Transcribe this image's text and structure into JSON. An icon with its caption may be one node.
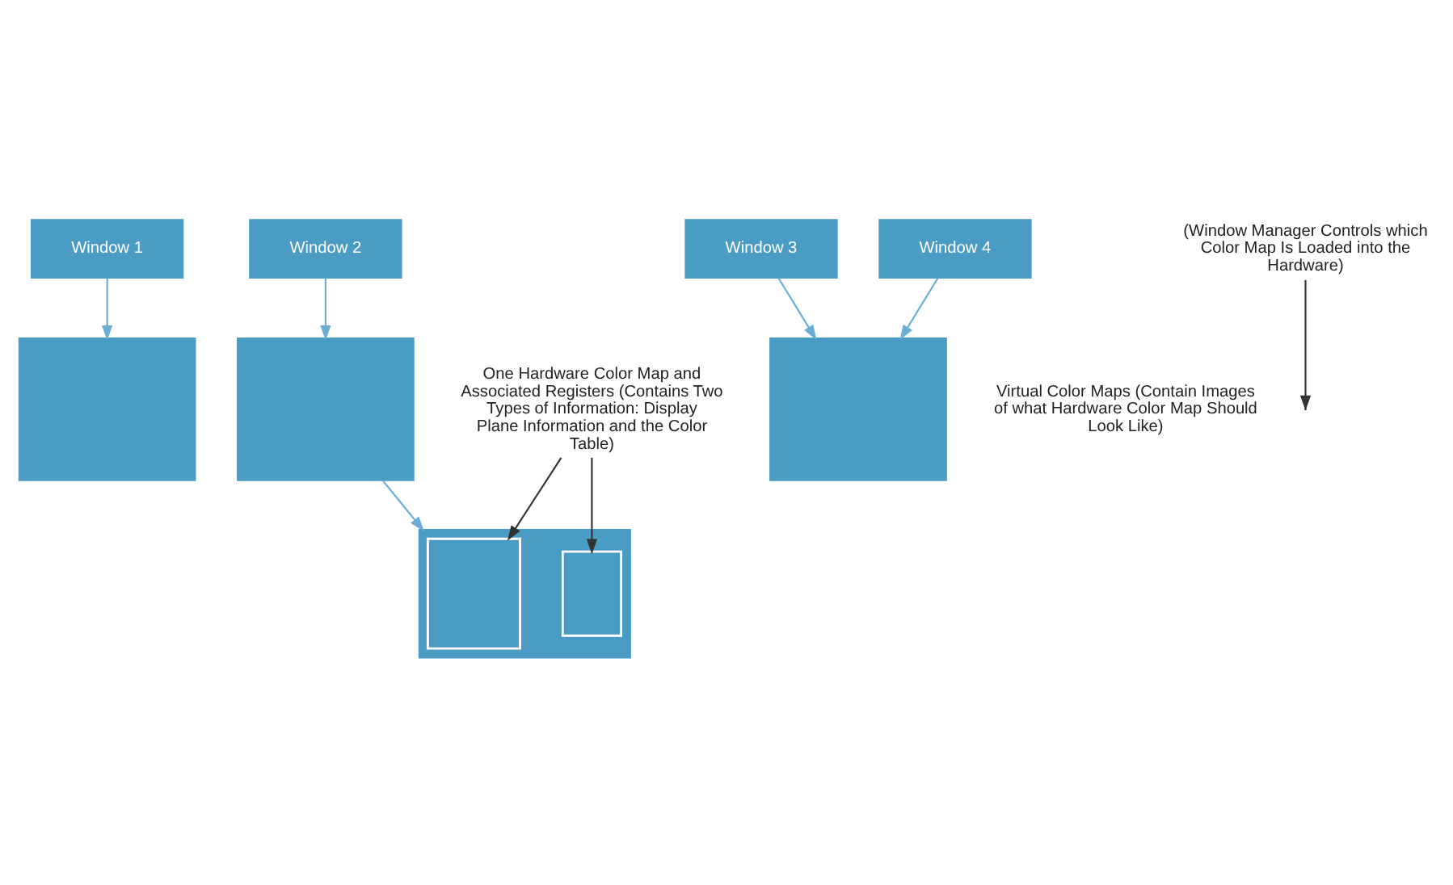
{
  "diagram": {
    "nodes": [
      {
        "text": [
          "Window 1"
        ]
      },
      {
        "text": [
          "Window 2"
        ]
      },
      {
        "text": [
          "Window 3"
        ]
      },
      {
        "text": [
          "Window 4"
        ]
      },
      {
        "text": [],
        "shape": "box"
      },
      {
        "text": [],
        "shape": "box"
      },
      {
        "text": [],
        "shape": "box"
      },
      {
        "text": [
          "(Window Manager Controls which Color Map Is Loaded into the Hardware)"
        ]
      },
      {
        "text": [],
        "shape": "box"
      },
      {
        "text": [],
        "shape": "box",
        "in": 8
      },
      {
        "text": [],
        "shape": "box",
        "in": 8
      },
      {
        "text": [
          "One Hardware Color Map and Associated Registers (Contains Two Types of Information: Display Plane Information and the Color Table)"
        ]
      }
    ],
    "edges": [
      {
        "from": 0,
        "to": 4,
        "arrow": "to"
      },
      {
        "from": 1,
        "to": 5,
        "arrow": "to"
      },
      {
        "from": 2,
        "to": 6,
        "arrow": "to"
      },
      {
        "from": 3,
        "to": 6,
        "arrow": "to"
      },
      {
        "from": 5,
        "to": 8,
        "arrow": "to"
      },
      {
        "from": 7,
        "to": null,
        "arrow": "to",
        "color": "#333333"
      },
      {
        "from": 11,
        "to": 10,
        "arrow": "to",
        "color": "#333333"
      },
      {
        "from": 11,
        "to": 9,
        "arrow": "to",
        "color": "#333333"
      }
    ],
    "labels": [
      "Virtual Color Maps (Contain Images of what Hardware Color Map Should Look Like)"
    ]
  }
}
